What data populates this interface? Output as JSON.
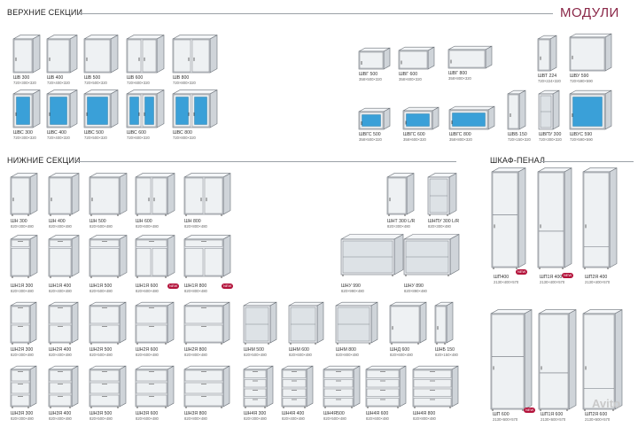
{
  "sections": {
    "upper": "ВЕРХНИЕ СЕКЦИИ",
    "modules": "МОДУЛИ",
    "lower": "НИЖНИЕ СЕКЦИИ",
    "tall": "ШКАФ-ПЕНАЛ"
  },
  "colors": {
    "title_accent": "#8a2748",
    "glass": "#3aa0d8",
    "body": "#e9ecef",
    "edge": "#6b7178"
  },
  "upper_items": [
    {
      "name": "ШВ 300",
      "size": "720×300×320"
    },
    {
      "name": "ШВ 400",
      "size": "720×400×320"
    },
    {
      "name": "ШВ 500",
      "size": "720×500×320"
    },
    {
      "name": "ШВ 600",
      "size": "720×600×320"
    },
    {
      "name": "ШВ 800",
      "size": "720×800×320"
    },
    {
      "name": "ШВС 300",
      "size": "720×300×320"
    },
    {
      "name": "ШВС 400",
      "size": "720×400×320"
    },
    {
      "name": "ШВС 500",
      "size": "720×500×320"
    },
    {
      "name": "ШВС 600",
      "size": "720×600×320"
    },
    {
      "name": "ШВС 800",
      "size": "720×800×320"
    }
  ],
  "module_items": [
    {
      "name": "ШВГ 500",
      "size": "358×500×320"
    },
    {
      "name": "ШВГ 600",
      "size": "358×600×320"
    },
    {
      "name": "ШВГ 800",
      "size": "358×800×320"
    },
    {
      "name": "ШВТ 224",
      "size": "720×224×320"
    },
    {
      "name": "ШВУ 590",
      "size": "720×590×590"
    },
    {
      "name": "ШВГС 500",
      "size": "358×500×320"
    },
    {
      "name": "ШВГС 600",
      "size": "358×600×320"
    },
    {
      "name": "ШВГС 800",
      "size": "358×800×320"
    },
    {
      "name": "ШВБ 150",
      "size": "720×150×320"
    },
    {
      "name": "ШВПУ 300",
      "size": "720×300×320"
    },
    {
      "name": "ШВУС 590",
      "size": "720×590×590"
    }
  ],
  "lower_row1": [
    {
      "name": "ШН 300",
      "size": "820×300×480"
    },
    {
      "name": "ШН 400",
      "size": "820×400×480"
    },
    {
      "name": "ШН 500",
      "size": "820×500×480"
    },
    {
      "name": "ШН 600",
      "size": "820×600×480"
    },
    {
      "name": "ШН 800",
      "size": "820×800×480"
    },
    {
      "name": "ШНТ 300 L/R",
      "size": "820×300×480"
    },
    {
      "name": "ШНПУ 300 L/R",
      "size": "820×300×480"
    }
  ],
  "lower_row2": [
    {
      "name": "ШН1Я 300",
      "size": "820×300×480"
    },
    {
      "name": "ШН1Я 400",
      "size": "820×400×480"
    },
    {
      "name": "ШН1Я 500",
      "size": "820×500×480"
    },
    {
      "name": "ШН1Я 600",
      "size": "820×600×480"
    },
    {
      "name": "ШН1Я 800",
      "size": "820×800×480"
    },
    {
      "name": "ШНУ 990",
      "size": "820×990×480"
    },
    {
      "name": "ШНУ 890",
      "size": "820×890×480"
    }
  ],
  "lower_row3": [
    {
      "name": "ШН2Я 300",
      "size": "820×300×480"
    },
    {
      "name": "ШН2Я 400",
      "size": "820×400×480"
    },
    {
      "name": "ШН2Я 500",
      "size": "820×500×480"
    },
    {
      "name": "ШН2Я 600",
      "size": "820×600×480"
    },
    {
      "name": "ШН2Я 800",
      "size": "820×800×480"
    },
    {
      "name": "ШНМ 500",
      "size": "820×500×480"
    },
    {
      "name": "ШНМ 600",
      "size": "820×600×480"
    },
    {
      "name": "ШНМ 800",
      "size": "820×800×480"
    },
    {
      "name": "ШНД 600",
      "size": "820×600×480"
    },
    {
      "name": "ШНБ 150",
      "size": "820×150×480"
    }
  ],
  "lower_row4": [
    {
      "name": "ШН3Я 300",
      "size": "820×300×480"
    },
    {
      "name": "ШН3Я 400",
      "size": "820×400×480"
    },
    {
      "name": "ШН3Я 500",
      "size": "820×500×480"
    },
    {
      "name": "ШН3Я 600",
      "size": "820×600×480"
    },
    {
      "name": "ШН3Я 800",
      "size": "820×800×480"
    },
    {
      "name": "ШН4Я 300",
      "size": "820×300×480"
    },
    {
      "name": "ШН4Я 400",
      "size": "820×400×480"
    },
    {
      "name": "ШН4Я500",
      "size": "820×500×480"
    },
    {
      "name": "ШН4Я 600",
      "size": "820×600×480"
    },
    {
      "name": "ШН4Я 800",
      "size": "820×800×480"
    }
  ],
  "tall_items": [
    {
      "name": "ШП400",
      "size": "2130×400×570"
    },
    {
      "name": "ШП1Я 400",
      "size": "2130×400×570"
    },
    {
      "name": "ШП2Я 400",
      "size": "2130×400×570"
    },
    {
      "name": "ШП 600",
      "size": "2130×600×570"
    },
    {
      "name": "ШП1Я 600",
      "size": "2130×600×570"
    },
    {
      "name": "ШП2Я 600",
      "size": "2130×600×570"
    }
  ],
  "badges": {
    "new": "NEW"
  },
  "watermark": "Avito"
}
